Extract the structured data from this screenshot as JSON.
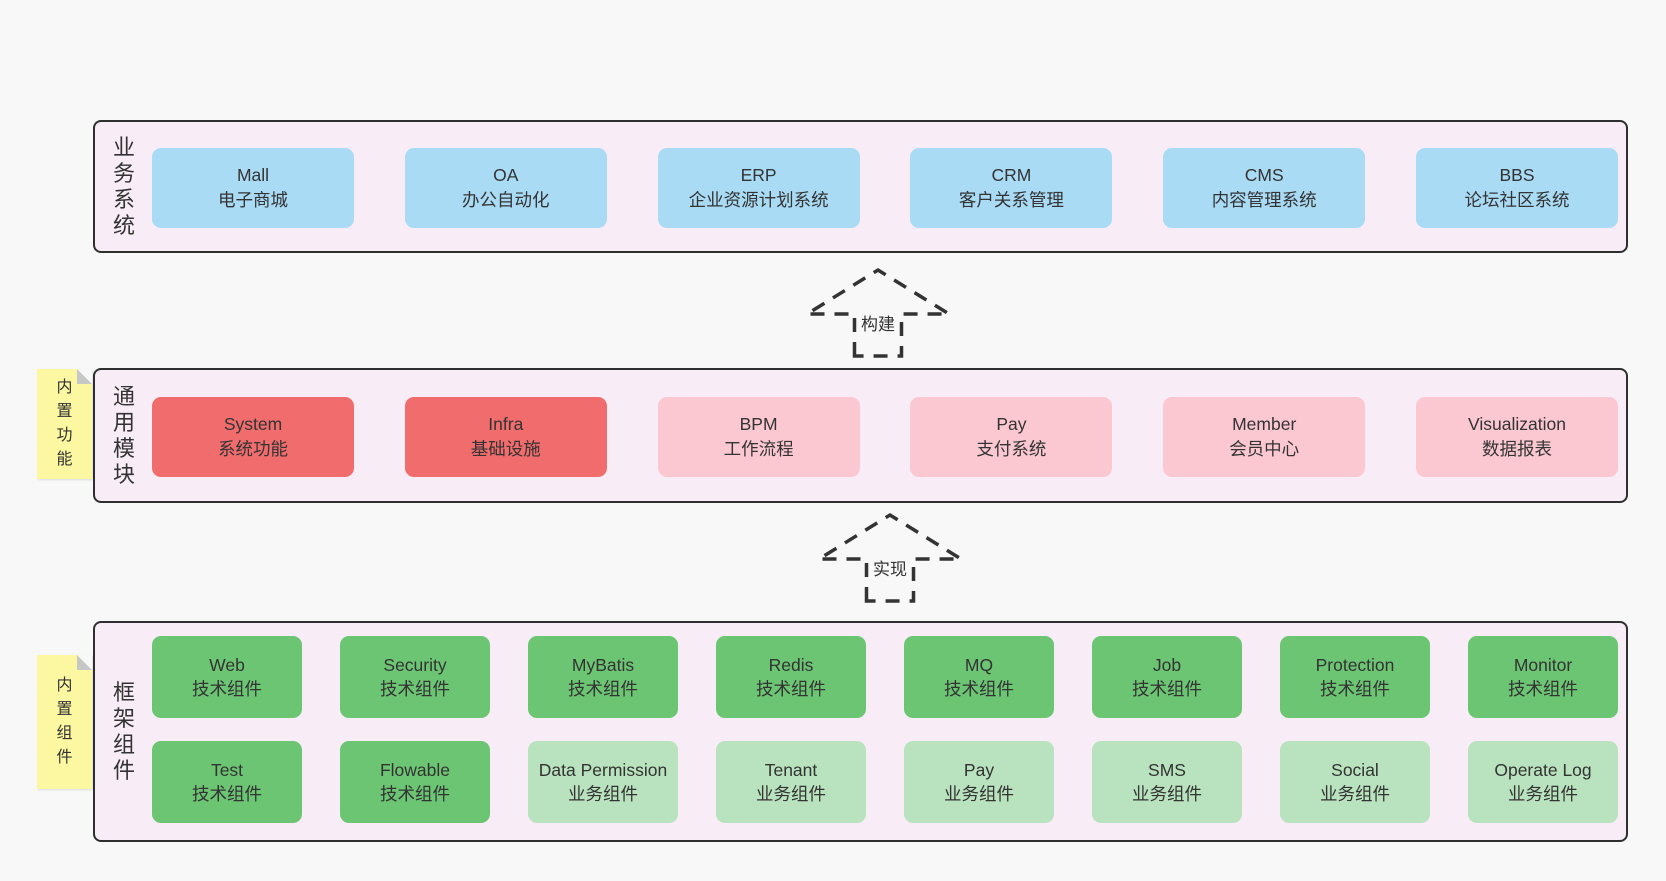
{
  "theme": {
    "page-bg": "#f8f8f8",
    "panel-bg": "#f8edf6",
    "panel-border": "#2f2f2f",
    "blue": "#a9dbf5",
    "red": "#f16c6c",
    "pink": "#fbc8d2",
    "green": "#6cc573",
    "light-green": "#b9e3be",
    "yellow": "#fbf8a1",
    "fold-gray": "#c7c7c7",
    "text": "#333333"
  },
  "arrows": [
    {
      "label": "构建"
    },
    {
      "label": "实现"
    }
  ],
  "sections": {
    "business": {
      "label": "业务系统",
      "items": [
        {
          "name": "Mall",
          "desc": "电子商城",
          "variant": "blue"
        },
        {
          "name": "OA",
          "desc": "办公自动化",
          "variant": "blue"
        },
        {
          "name": "ERP",
          "desc": "企业资源计划系统",
          "variant": "blue"
        },
        {
          "name": "CRM",
          "desc": "客户关系管理",
          "variant": "blue"
        },
        {
          "name": "CMS",
          "desc": "内容管理系统",
          "variant": "blue"
        },
        {
          "name": "BBS",
          "desc": "论坛社区系统",
          "variant": "blue"
        }
      ]
    },
    "modules": {
      "label": "通用模块",
      "tag": "内置功能",
      "items": [
        {
          "name": "System",
          "desc": "系统功能",
          "variant": "red"
        },
        {
          "name": "Infra",
          "desc": "基础设施",
          "variant": "red"
        },
        {
          "name": "BPM",
          "desc": "工作流程",
          "variant": "pink"
        },
        {
          "name": "Pay",
          "desc": "支付系统",
          "variant": "pink"
        },
        {
          "name": "Member",
          "desc": "会员中心",
          "variant": "pink"
        },
        {
          "name": "Visualization",
          "desc": "数据报表",
          "variant": "pink"
        }
      ]
    },
    "components": {
      "label": "框架组件",
      "tag": "内置组件",
      "row1": [
        {
          "name": "Web",
          "desc": "技术组件",
          "variant": "green"
        },
        {
          "name": "Security",
          "desc": "技术组件",
          "variant": "green"
        },
        {
          "name": "MyBatis",
          "desc": "技术组件",
          "variant": "green"
        },
        {
          "name": "Redis",
          "desc": "技术组件",
          "variant": "green"
        },
        {
          "name": "MQ",
          "desc": "技术组件",
          "variant": "green"
        },
        {
          "name": "Job",
          "desc": "技术组件",
          "variant": "green"
        },
        {
          "name": "Protection",
          "desc": "技术组件",
          "variant": "green"
        },
        {
          "name": "Monitor",
          "desc": "技术组件",
          "variant": "green"
        }
      ],
      "row2": [
        {
          "name": "Test",
          "desc": "技术组件",
          "variant": "green"
        },
        {
          "name": "Flowable",
          "desc": "技术组件",
          "variant": "green"
        },
        {
          "name": "Data Permission",
          "desc": "业务组件",
          "variant": "lightgreen"
        },
        {
          "name": "Tenant",
          "desc": "业务组件",
          "variant": "lightgreen"
        },
        {
          "name": "Pay",
          "desc": "业务组件",
          "variant": "lightgreen"
        },
        {
          "name": "SMS",
          "desc": "业务组件",
          "variant": "lightgreen"
        },
        {
          "name": "Social",
          "desc": "业务组件",
          "variant": "lightgreen"
        },
        {
          "name": "Operate Log",
          "desc": "业务组件",
          "variant": "lightgreen"
        }
      ]
    }
  }
}
